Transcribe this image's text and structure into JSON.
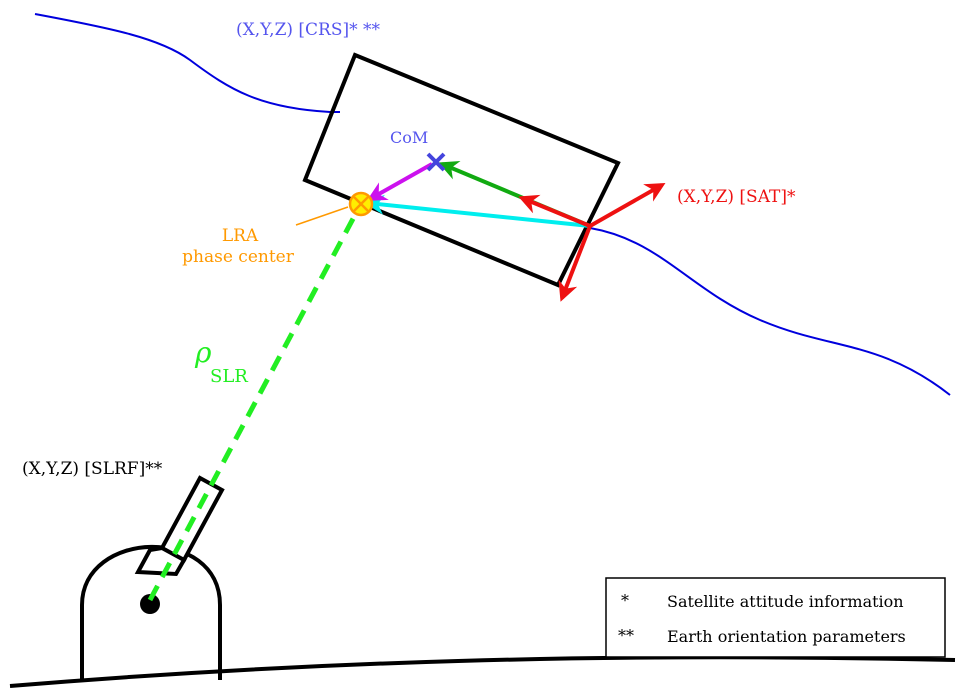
{
  "labels": {
    "crs": "(X,Y,Z) [CRS]* **",
    "com": "CoM",
    "lra_line1": "LRA",
    "lra_line2": "phase center",
    "sat": "(X,Y,Z) [SAT]*",
    "rho_symbol": "ρ",
    "rho_subscript": "SLR",
    "slrf": "(X,Y,Z) [SLRF]**"
  },
  "legend": {
    "items": [
      {
        "mark": "*",
        "text": "Satellite attitude information"
      },
      {
        "mark": "**",
        "text": "Earth orientation parameters"
      }
    ]
  },
  "colors": {
    "orbit": "#0000dd",
    "crs_label": "#5555ee",
    "com": "#4444dd",
    "lra": "#ff9900",
    "sat": "#ee1111",
    "slr_range": "#22ee22",
    "cyan_vector": "#00eeee",
    "green_vector": "#11aa11",
    "magenta_vector": "#cc11ee",
    "outline": "#000000"
  }
}
